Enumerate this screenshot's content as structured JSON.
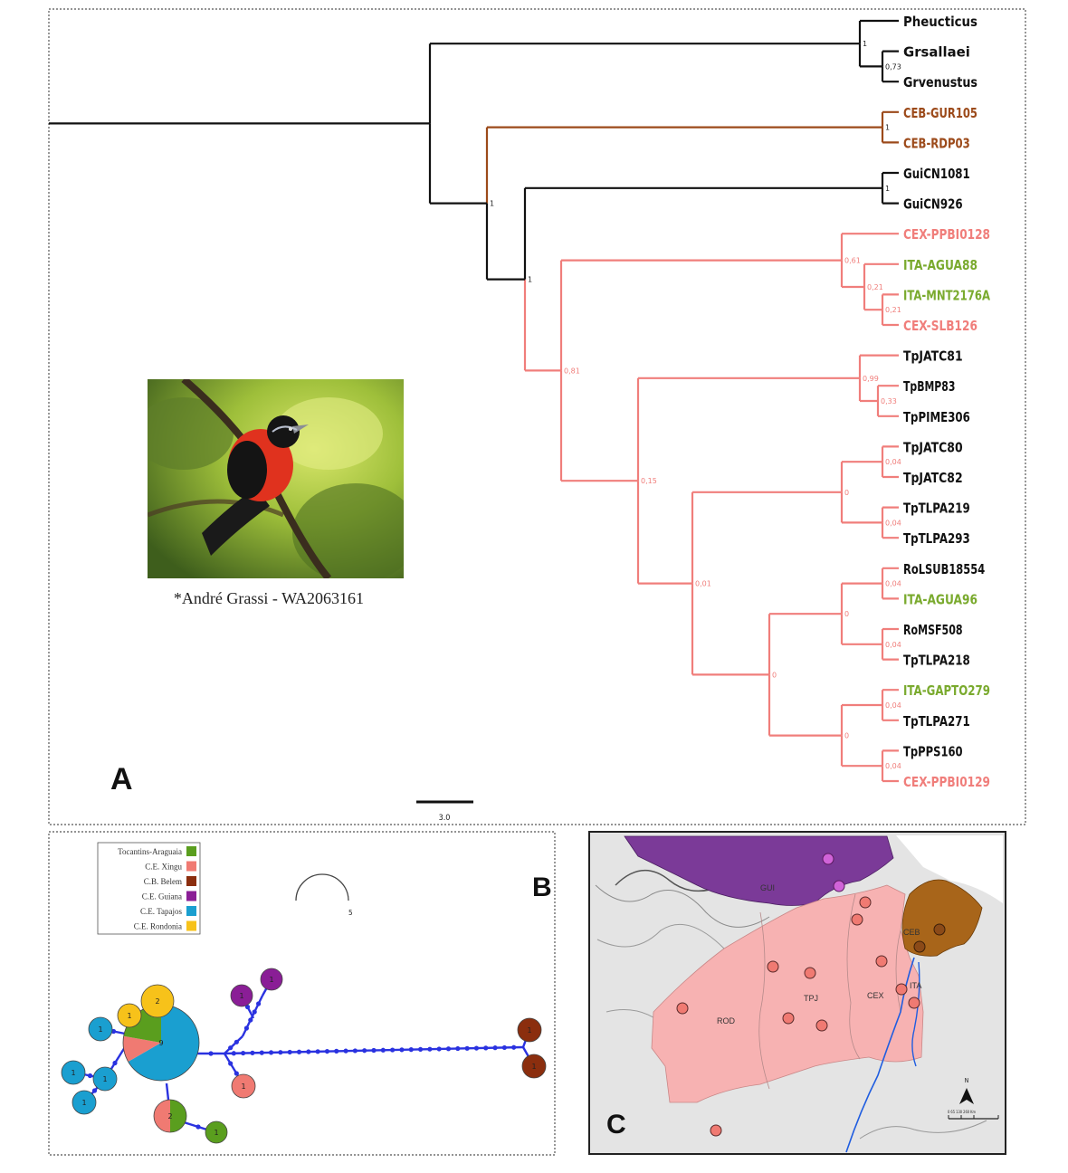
{
  "panel_a": {
    "letter": "A",
    "photo_credit": "*André Grassi - WA2063161",
    "scale_label": "3.0",
    "colors": {
      "black": "#111111",
      "brown": "#9c4a1a",
      "salmon": "#f07e7b",
      "green": "#7aaa2e"
    },
    "taxa": [
      {
        "name": "Pheucticus",
        "color": "black"
      },
      {
        "name": "Grsallaei",
        "color": "black"
      },
      {
        "name": "Grvenustus",
        "color": "black"
      },
      {
        "name": "CEB-GUR105",
        "color": "brown"
      },
      {
        "name": "CEB-RDP03",
        "color": "brown"
      },
      {
        "name": "GuiCN1081",
        "color": "black"
      },
      {
        "name": "GuiCN926",
        "color": "black"
      },
      {
        "name": "CEX-PPBI0128",
        "color": "salmon"
      },
      {
        "name": "ITA-AGUA88",
        "color": "green"
      },
      {
        "name": "ITA-MNT2176A",
        "color": "green"
      },
      {
        "name": "CEX-SLB126",
        "color": "salmon"
      },
      {
        "name": "TpJATC81",
        "color": "black"
      },
      {
        "name": "TpBMP83",
        "color": "black"
      },
      {
        "name": "TpPIME306",
        "color": "black"
      },
      {
        "name": "TpJATC80",
        "color": "black"
      },
      {
        "name": "TpJATC82",
        "color": "black"
      },
      {
        "name": "TpTLPA219",
        "color": "black"
      },
      {
        "name": "TpTLPA293",
        "color": "black"
      },
      {
        "name": "RoLSUB18554",
        "color": "black"
      },
      {
        "name": "ITA-AGUA96",
        "color": "green"
      },
      {
        "name": "RoMSF508",
        "color": "black"
      },
      {
        "name": "TpTLPA218",
        "color": "black"
      },
      {
        "name": "ITA-GAPTO279",
        "color": "green"
      },
      {
        "name": "TpTLPA271",
        "color": "black"
      },
      {
        "name": "TpPPS160",
        "color": "black"
      },
      {
        "name": "CEX-PPBI0129",
        "color": "salmon"
      }
    ],
    "support": {
      "grosbeak": "1",
      "grs_grv": "0,73",
      "ceb": "1",
      "gui": "1",
      "ingroup": "1",
      "gui_rest": "1",
      "salmon_root": "0,81",
      "cex_group": "0,61",
      "ita_mnt": "0,21",
      "cex_slb": "0,21",
      "tp_group": "0,15",
      "tpj81": "0,99",
      "tpb": "0,33",
      "s5": "0,01",
      "s3": "0",
      "s6": "0",
      "tpj80": "0,04",
      "tlpa219": "0,04",
      "s7": "0",
      "ro1": "0,04",
      "ro2": "0,04",
      "s8": "0",
      "ita_gap": "0,04",
      "tpp": "0,04"
    }
  },
  "panel_b": {
    "letter": "B",
    "legend": [
      {
        "label": "Tocantins-Araguaia",
        "color": "#5a9e1e"
      },
      {
        "label": "C.E. Xingu",
        "color": "#f07a72"
      },
      {
        "label": "C.B. Belem",
        "color": "#8b2e0e"
      },
      {
        "label": "C.E. Guiana",
        "color": "#8a1e96"
      },
      {
        "label": "C.E. Tapajos",
        "color": "#1a9fd0"
      },
      {
        "label": "C.E. Rondonia",
        "color": "#f7c21a"
      }
    ],
    "scale_label": "5",
    "big_node_label": "9",
    "node_labels": {
      "yellow_small": "1",
      "yellow_big": "2",
      "purple_a": "1",
      "purple_b": "1",
      "brown_a": "1",
      "brown_b": "1",
      "blue_a": "1",
      "blue_b": "1",
      "blue_c": "1",
      "blue_d": "1",
      "salmon_node": "1",
      "bicolor": "2",
      "green_node": "1"
    }
  },
  "panel_c": {
    "letter": "C",
    "region_labels": {
      "gui": "GUI",
      "ceb": "CEB",
      "rod": "ROD",
      "tpj": "TPJ",
      "cex": "CEX",
      "ita": "ITA"
    },
    "north_label": "N",
    "scale_text": "0  65  130      260 Km"
  }
}
